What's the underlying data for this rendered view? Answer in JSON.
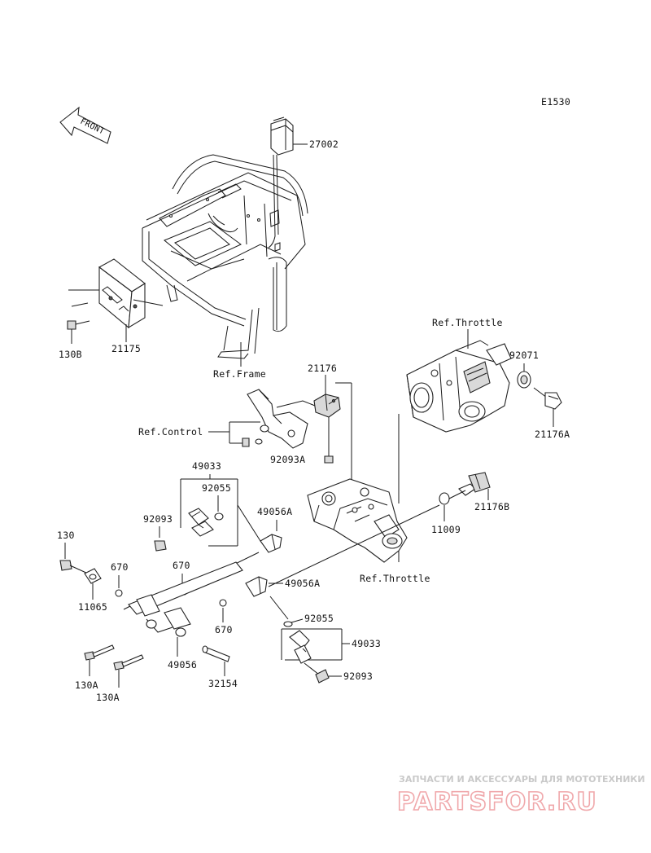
{
  "diagram_code": "E1530",
  "front_label": "FRONT",
  "labels": {
    "p27002": "27002",
    "p130B": "130B",
    "p21175": "21175",
    "refFrame": "Ref.Frame",
    "refThrottleTop": "Ref.Throttle",
    "p92071": "92071",
    "p21176": "21176",
    "refControl": "Ref.Control",
    "p21176A": "21176A",
    "p92093A": "92093A",
    "p49033a": "49033",
    "p92055a": "92055",
    "p92093a": "92093",
    "p49056A1": "49056A",
    "p21176B": "21176B",
    "p11009": "11009",
    "p130": "130",
    "p670a": "670",
    "p670b": "670",
    "p11065": "11065",
    "p49056A2": "49056A",
    "refThrottleBottom": "Ref.Throttle",
    "p670c": "670",
    "p92055b": "92055",
    "p49033b": "49033",
    "p130A1": "130A",
    "p49056": "49056",
    "p32154": "32154",
    "p92093b": "92093",
    "p130A2": "130A"
  },
  "watermark": {
    "tagline": "ЗАПЧАСТИ И АКСЕССУАРЫ ДЛЯ МОТОТЕХНИКИ",
    "brand": "PARTSFOR.RU"
  },
  "colors": {
    "ink": "#1a1a1a",
    "watermark_brand": "#f0a8ab",
    "watermark_tagline": "#c9c9c9"
  }
}
